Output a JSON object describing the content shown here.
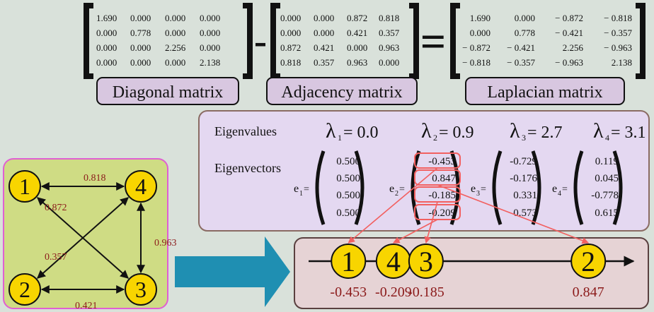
{
  "matrices": {
    "diagonal": {
      "label": "Diagonal matrix",
      "rows": [
        [
          "1.690",
          "0.000",
          "0.000",
          "0.000"
        ],
        [
          "0.000",
          "0.778",
          "0.000",
          "0.000"
        ],
        [
          "0.000",
          "0.000",
          "2.256",
          "0.000"
        ],
        [
          "0.000",
          "0.000",
          "0.000",
          "2.138"
        ]
      ]
    },
    "minus_sign": "-",
    "adjacency": {
      "label": "Adjacency matrix",
      "rows": [
        [
          "0.000",
          "0.000",
          "0.872",
          "0.818"
        ],
        [
          "0.000",
          "0.000",
          "0.421",
          "0.357"
        ],
        [
          "0.872",
          "0.421",
          "0.000",
          "0.963"
        ],
        [
          "0.818",
          "0.357",
          "0.963",
          "0.000"
        ]
      ]
    },
    "equals_sign": "=",
    "laplacian": {
      "label": "Laplacian matrix",
      "rows": [
        [
          "1.690",
          "0.000",
          "− 0.872",
          "− 0.818"
        ],
        [
          "0.000",
          "0.778",
          "− 0.421",
          "− 0.357"
        ],
        [
          "− 0.872",
          "− 0.421",
          "2.256",
          "− 0.963"
        ],
        [
          "− 0.818",
          "− 0.357",
          "− 0.963",
          "2.138"
        ]
      ]
    }
  },
  "graph": {
    "nodes": [
      "1",
      "2",
      "3",
      "4"
    ],
    "edges": [
      {
        "from": "1",
        "to": "4",
        "weight": "0.818"
      },
      {
        "from": "1",
        "to": "3",
        "weight": "0.872"
      },
      {
        "from": "2",
        "to": "4",
        "weight": "0.357"
      },
      {
        "from": "2",
        "to": "3",
        "weight": "0.421"
      },
      {
        "from": "3",
        "to": "4",
        "weight": "0.963"
      }
    ]
  },
  "eigen": {
    "eigenvalues_label": "Eigenvalues",
    "eigenvectors_label": "Eigenvectors",
    "eigenvalues": [
      {
        "symbol": "λ",
        "sub": "1",
        "value": "= 0.0"
      },
      {
        "symbol": "λ",
        "sub": "2",
        "value": "= 0.9"
      },
      {
        "symbol": "λ",
        "sub": "3",
        "value": "= 2.7"
      },
      {
        "symbol": "λ",
        "sub": "4",
        "value": "= 3.1"
      }
    ],
    "eigenvectors": [
      {
        "name": "e",
        "sub": "1",
        "eq": "=",
        "values": [
          "0.500",
          "0.500",
          "0.500",
          "0.500"
        ]
      },
      {
        "name": "e",
        "sub": "2",
        "eq": "=",
        "values": [
          "-0.453",
          "0.847",
          "-0.185",
          "-0.209"
        ]
      },
      {
        "name": "e",
        "sub": "3",
        "eq": "=",
        "values": [
          "-0.729",
          "-0.176",
          "0.331",
          "0.573"
        ]
      },
      {
        "name": "e",
        "sub": "4",
        "eq": "=",
        "values": [
          "0.119",
          "0.045",
          "-0.778",
          "0.615"
        ]
      }
    ]
  },
  "embedding": {
    "points": [
      {
        "node": "1",
        "value": "-0.453"
      },
      {
        "node": "4",
        "value": "-0.209"
      },
      {
        "node": "3",
        "value": "-0.185"
      },
      {
        "node": "2",
        "value": "0.847"
      }
    ]
  },
  "colors": {
    "background": "#d9e1da",
    "node_fill": "#f8d500",
    "graph_panel": "#cfdc84",
    "graph_border": "#e05fd2",
    "eigen_panel": "#e4d8f1",
    "eigen_border": "#8a6b63",
    "line_panel": "#e6d3d5",
    "caption_fill": "#d8c7e0",
    "weight_text": "#8b1a1a",
    "value_text": "#8b1a1a",
    "arrow_red": "#f26060",
    "big_arrow": "#1f8fb2"
  }
}
